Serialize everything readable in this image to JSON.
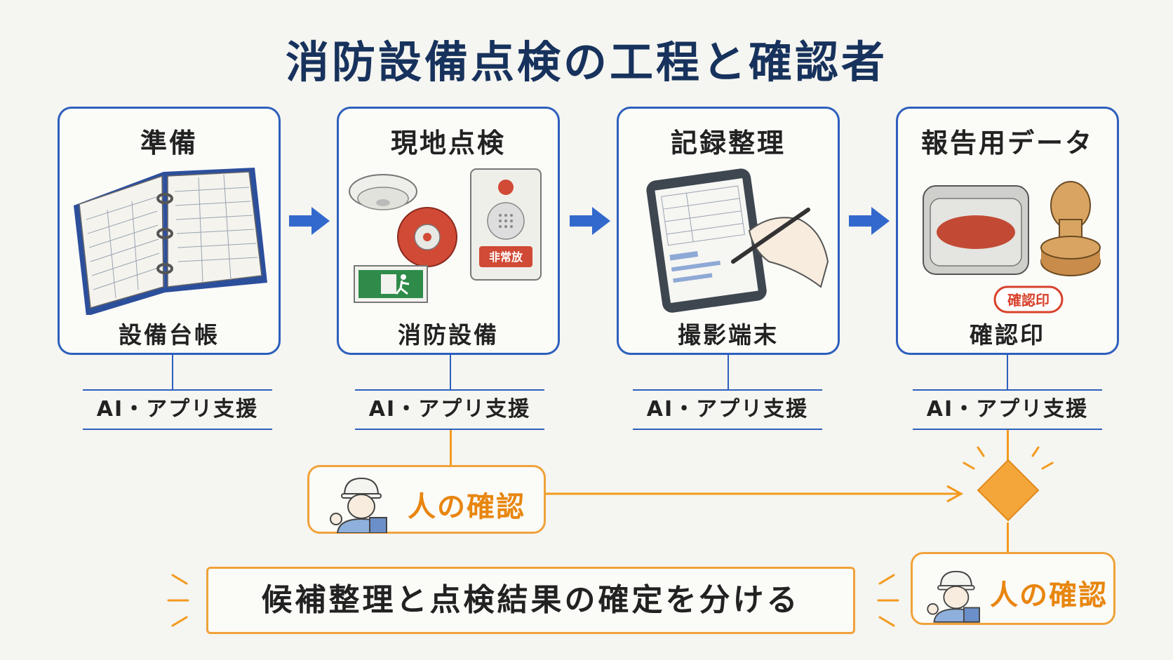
{
  "title": "消防設備点検の工程と確認者",
  "stages": [
    {
      "title": "準備",
      "label": "設備台帳",
      "support": "AI・アプリ支援"
    },
    {
      "title": "現地点検",
      "label": "消防設備",
      "support": "AI・アプリ支援",
      "panel_text": "非常放"
    },
    {
      "title": "記録整理",
      "label": "撮影端末",
      "support": "AI・アプリ支援"
    },
    {
      "title": "報告用データ",
      "label": "確認印",
      "support": "AI・アプリ支援",
      "stamp_text": "確認印"
    }
  ],
  "human_check": {
    "label": "人の確認"
  },
  "final_check": {
    "label": "人の確認"
  },
  "summary": "候補整理と点検結果の確定を分ける",
  "colors": {
    "blue": "#2d5fbd",
    "orange": "#f39a1e",
    "title": "#17325c"
  }
}
